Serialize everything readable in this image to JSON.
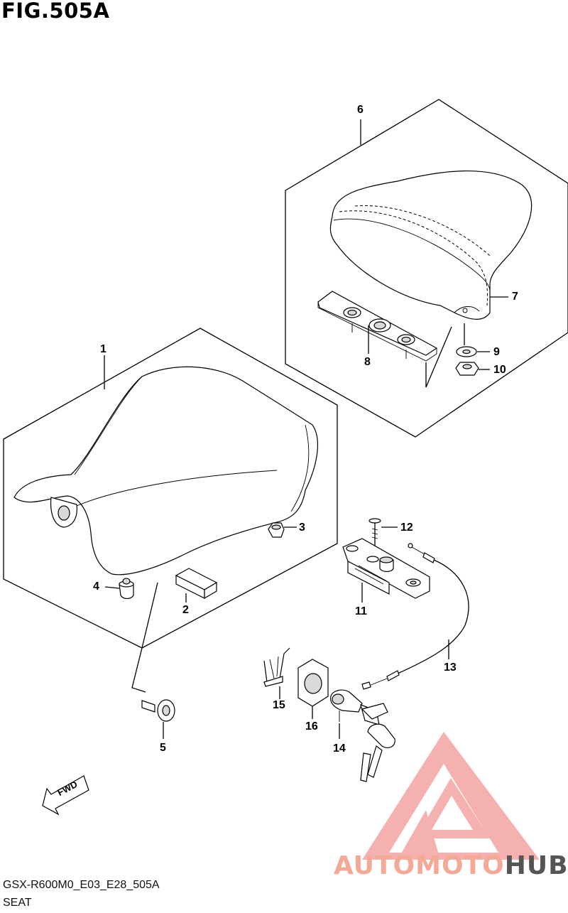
{
  "figure": {
    "title": "FIG.505A"
  },
  "footer": {
    "code": "GSX-R600M0_E03_E28_505A",
    "name": "SEAT"
  },
  "callouts": [
    "1",
    "2",
    "3",
    "4",
    "5",
    "6",
    "7",
    "8",
    "9",
    "10",
    "11",
    "12",
    "13",
    "14",
    "15",
    "16"
  ],
  "fwd_label": "FWD",
  "watermark": {
    "part1": "AUTOMOTO",
    "part2": "HUB",
    "color_main": "#f2a0a0",
    "color_hub": "#5a5a5a"
  }
}
